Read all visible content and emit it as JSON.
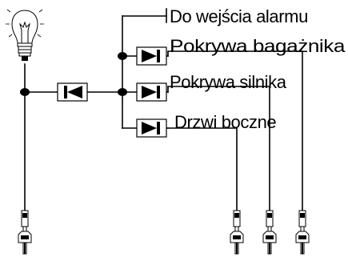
{
  "labels": {
    "alarm": "Do wejścia alarmu",
    "trunk": "Pokrywa bagażnika",
    "hood": "Pokrywa silnika",
    "doors": "Drzwi boczne"
  },
  "components": {
    "bulb": "light-bulb-icon",
    "diode": "diode-icon",
    "connector": "wire-connector-icon"
  }
}
